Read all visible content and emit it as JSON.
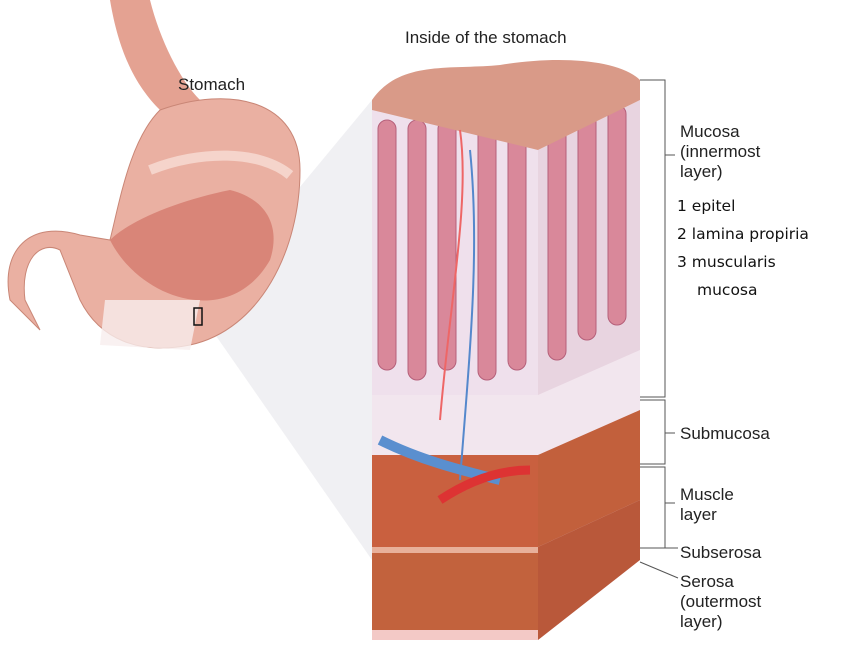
{
  "titles": {
    "stomach": "Stomach",
    "inside": "Inside of the stomach"
  },
  "layers": {
    "mucosa": [
      "Mucosa",
      "(innermost",
      "layer)"
    ],
    "mucosa_parts": [
      "1 epitel",
      "2 lamina propiria",
      "3 muscularis",
      "mucosa"
    ],
    "submucosa": "Submucosa",
    "muscle": [
      "Muscle",
      "layer"
    ],
    "subserosa": "Subserosa",
    "serosa": [
      "Serosa",
      "(outermost",
      "layer)"
    ]
  },
  "colors": {
    "stomach": "#e9a596",
    "mucosa": "#d98a7c",
    "muscle": "#c9603f",
    "serosa": "#f3c9c6"
  }
}
